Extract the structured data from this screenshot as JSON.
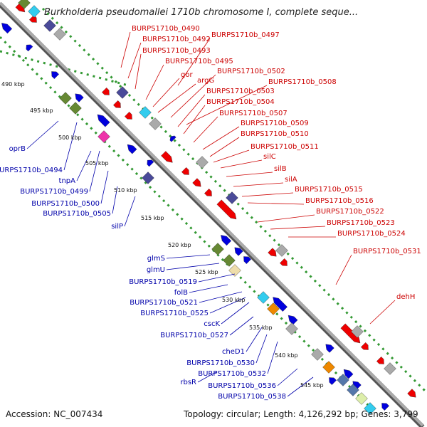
{
  "title": "Burkholderia pseudomallei 1710b chromosome I, complete seque...",
  "footer": {
    "accession": "Accession: NC_007434",
    "topology": "Topology: circular; Length: 4,126,292 bp; Genes: 3,799"
  },
  "kbp_ticks": [
    "490 kbp",
    "495 kbp",
    "500 kbp",
    "505 kbp",
    "510 kbp",
    "515 kbp",
    "520 kbp",
    "525 kbp",
    "530 kbp",
    "535 kbp",
    "540 kbp",
    "545 kbp"
  ],
  "red_labels": [
    "BURPS1710b_0490",
    "BURPS1710b_0492",
    "BURPS1710b_0497",
    "BURPS1710b_0493",
    "BURPS1710b_0495",
    "gor",
    "argG",
    "BURPS1710b_0502",
    "BURPS1710b_0508",
    "BURPS1710b_0503",
    "BURPS1710b_0504",
    "BURPS1710b_0507",
    "BURPS1710b_0509",
    "BURPS1710b_0510",
    "BURPS1710b_0511",
    "silC",
    "silB",
    "silA",
    "BURPS1710b_0515",
    "BURPS1710b_0516",
    "BURPS1710b_0522",
    "BURPS1710b_0523",
    "BURPS1710b_0524",
    "BURPS1710b_0531",
    "dehH"
  ],
  "blue_labels": [
    "oprB",
    "BURPS1710b_0494",
    "tnpA",
    "BURPS1710b_0499",
    "BURPS1710b_0500",
    "BURPS1710b_0505",
    "silP",
    "glmS",
    "glmU",
    "BURPS1710b_0519",
    "folB",
    "BURPS1710b_0521",
    "BURPS1710b_0525",
    "cscK",
    "BURPS1710b_0527",
    "cheD1",
    "BURPS1710b_0530",
    "BURPS1710b_0532",
    "rbsR",
    "BURPS1710b_0536",
    "BURPS1710b_0538"
  ],
  "colors": {
    "forward_gene": "#ee0000",
    "reverse_gene": "#0000dd",
    "backbone": "#888888",
    "gc_dots": "#339933",
    "cog_purple": "#4a4a99",
    "cog_olive": "#668833",
    "cog_cyan": "#33ccee",
    "cog_grey": "#aaaaaa",
    "cog_orange": "#ee8800",
    "cog_magenta": "#ee33aa"
  }
}
